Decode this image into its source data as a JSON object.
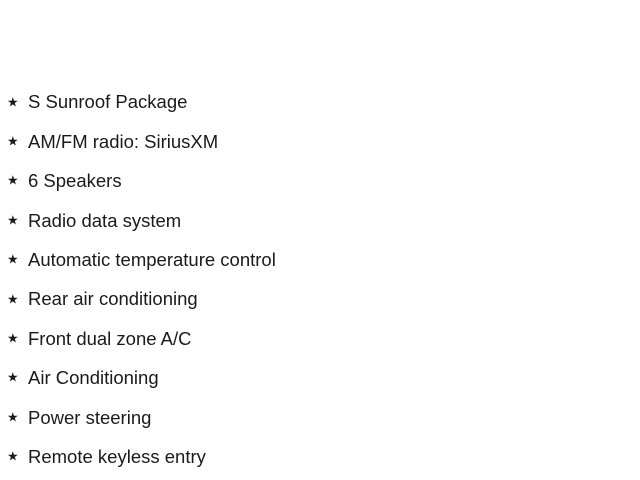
{
  "features": {
    "icon": "star-icon",
    "items": [
      {
        "label": "S Sunroof Package"
      },
      {
        "label": "AM/FM radio: SiriusXM"
      },
      {
        "label": "6 Speakers"
      },
      {
        "label": "Radio data system"
      },
      {
        "label": "Automatic temperature control"
      },
      {
        "label": "Rear air conditioning"
      },
      {
        "label": "Front dual zone A/C"
      },
      {
        "label": "Air Conditioning"
      },
      {
        "label": "Power steering"
      },
      {
        "label": "Remote keyless entry"
      }
    ]
  }
}
